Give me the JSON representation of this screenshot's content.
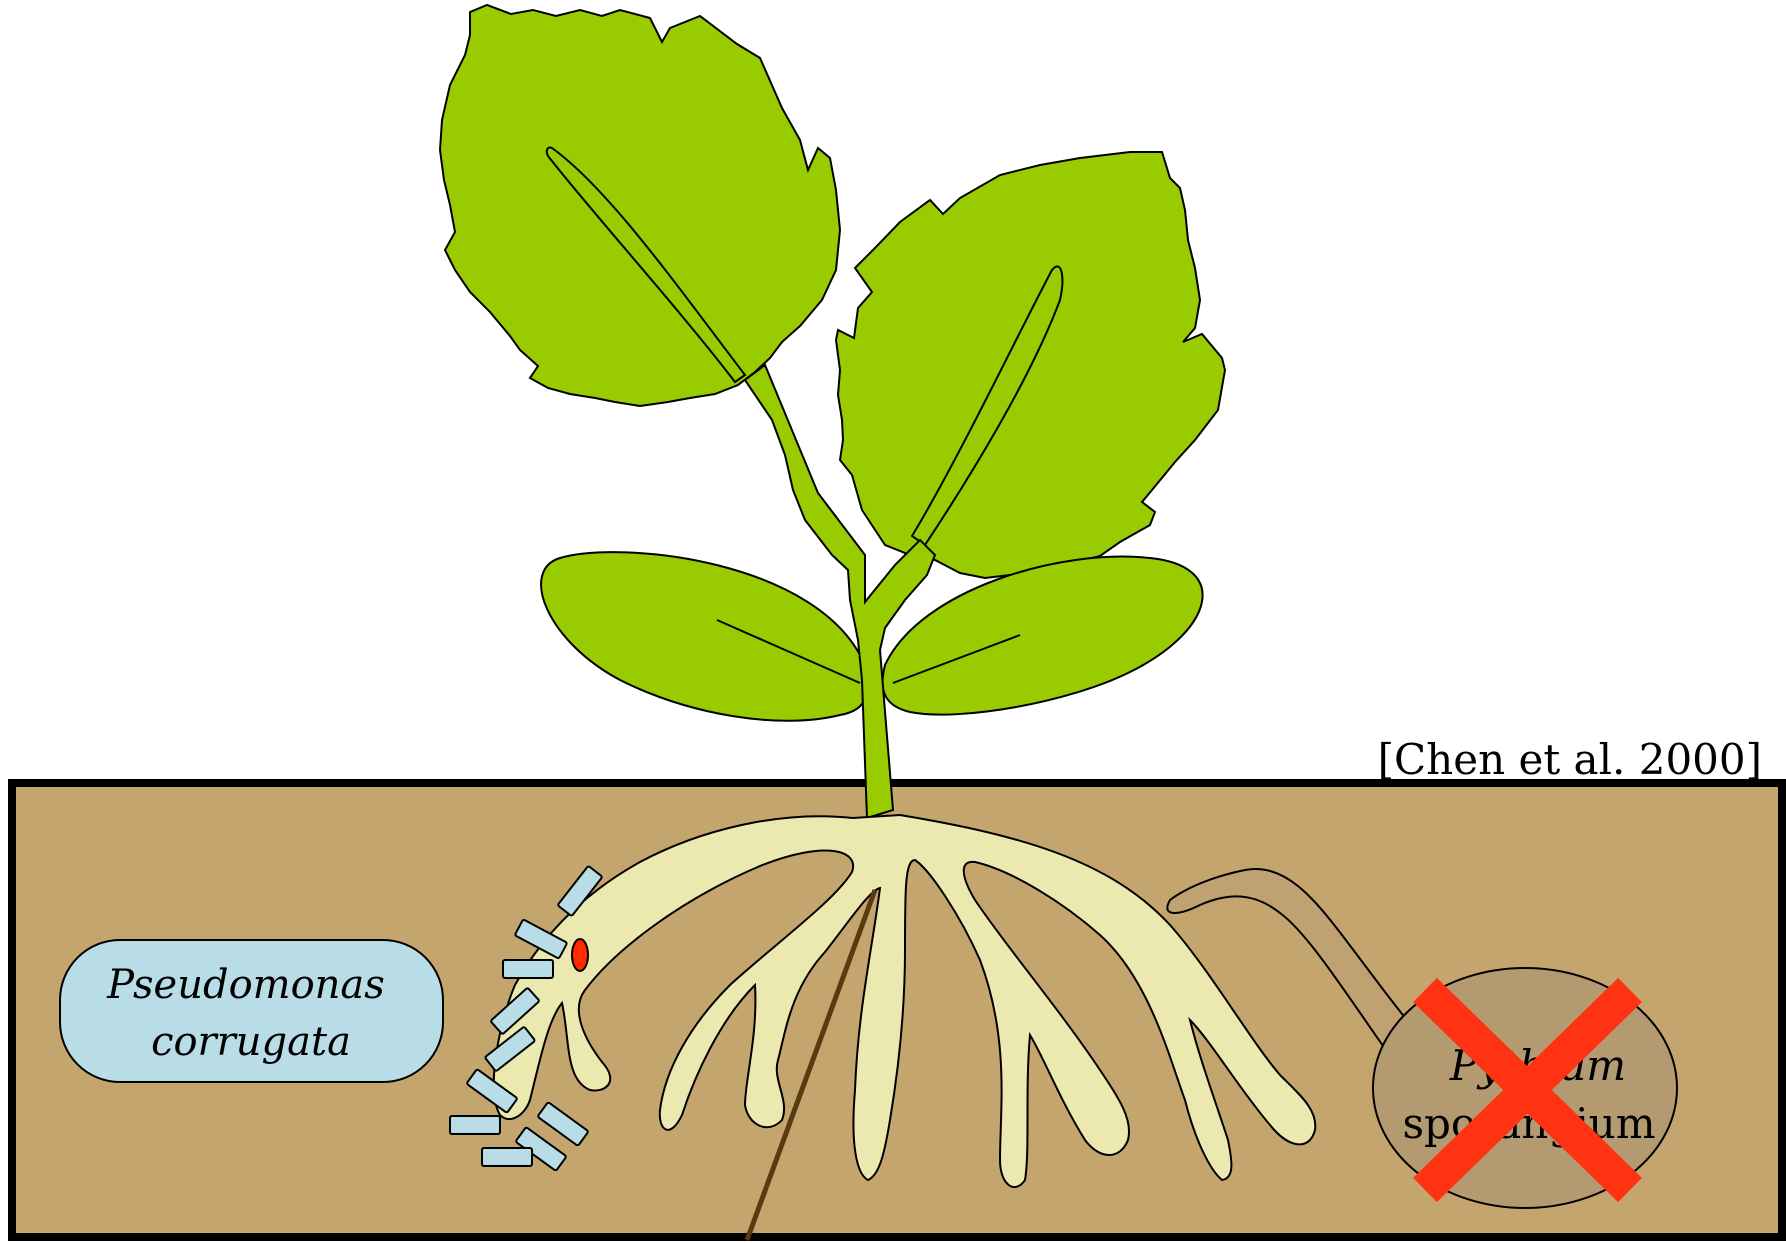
{
  "title_text": "",
  "citation": "[Chen et al. 2000]",
  "bacterium": {
    "name_line1": "Pseudomonas",
    "name_line2": "corrugata"
  },
  "pathogen": {
    "name_line1": "Pythium",
    "name_line2": "sporangium",
    "status": "inhibited"
  },
  "colors": {
    "leaf": "#99cc00",
    "soil": "#c4a56e",
    "root": "#ece9b0",
    "bacteria_fill": "#b9dde6",
    "infection_spot": "#ff2a00",
    "sporangium": "#b39a70",
    "hypha": "#c0a272",
    "cross_mark": "#ff3311",
    "outline": "#000000"
  }
}
